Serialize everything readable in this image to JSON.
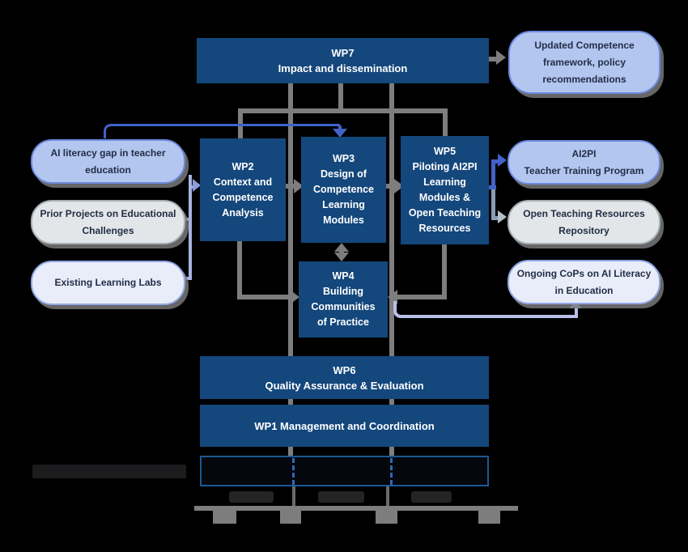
{
  "colors": {
    "background": "#000000",
    "wp_box_fill": "#14477c",
    "wp_box_text": "#ffffff",
    "connector_gray": "#7d7d7d",
    "connector_blue": "#4262c8",
    "connector_lavender": "#b6c0e8",
    "input_blue_fill": "#b3c6f0",
    "input_blue_border": "#6d8ade",
    "neutral_gray_fill": "#e2e6e8",
    "neutral_gray_border": "#a6afb4",
    "lavender_fill": "#e9edfa",
    "lavender_border": "#90a7e5",
    "pill_text": "#222e45",
    "timeline_border": "#1d5795"
  },
  "work_packages": {
    "wp7": {
      "lines": [
        "WP7",
        "Impact and dissemination"
      ]
    },
    "wp2": {
      "lines": [
        "WP2",
        "Context and",
        "Competence",
        "Analysis"
      ]
    },
    "wp3": {
      "lines": [
        "WP3",
        "Design of",
        "Competence",
        "Learning",
        "Modules"
      ]
    },
    "wp5": {
      "lines": [
        "WP5",
        "Piloting AI2PI",
        "Learning",
        "Modules &",
        "Open Teaching",
        "Resources"
      ]
    },
    "wp4": {
      "lines": [
        "WP4",
        "Building",
        "Communities",
        "of Practice"
      ]
    },
    "wp6": {
      "lines": [
        "WP6",
        "Quality Assurance & Evaluation"
      ]
    },
    "wp1": {
      "lines": [
        "WP1 Management and Coordination"
      ]
    }
  },
  "inputs": [
    {
      "lines": [
        "AI literacy gap in teacher",
        "education"
      ]
    },
    {
      "lines": [
        "Prior Projects on Educational",
        "Challenges"
      ]
    },
    {
      "lines": [
        "Existing Learning Labs"
      ]
    }
  ],
  "outputs": [
    {
      "lines": [
        "Updated Competence",
        "framework, policy",
        "recommendations"
      ]
    },
    {
      "lines": [
        "AI2PI",
        "Teacher Training Program"
      ]
    },
    {
      "lines": [
        "Open Teaching Resources",
        "Repository"
      ]
    },
    {
      "lines": [
        "Ongoing CoPs on AI Literacy",
        "in Education"
      ]
    }
  ]
}
